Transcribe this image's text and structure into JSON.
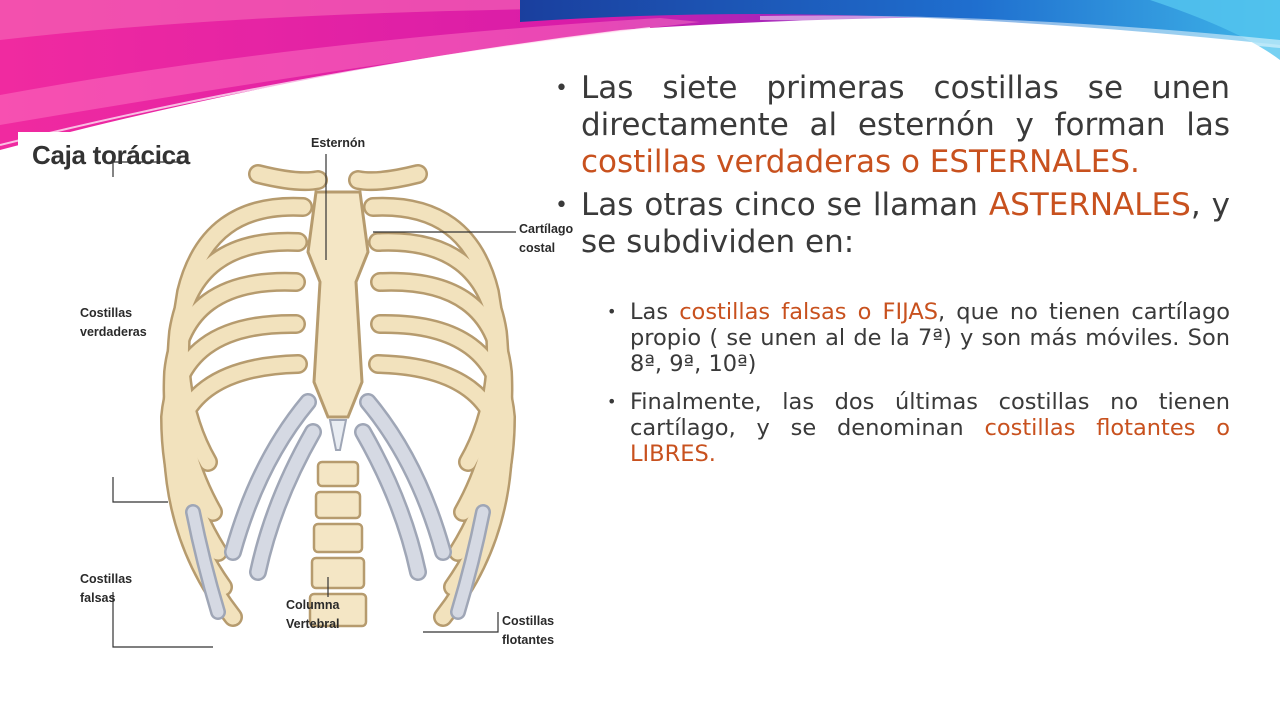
{
  "colors": {
    "highlight": "#c8511e",
    "body_text": "#3a3a3a",
    "banner_pink": "#e81f9a",
    "banner_blue": "#1a6fc2"
  },
  "figure": {
    "title": "Caja torácica",
    "labels": {
      "esternon": "Esternón",
      "cartilago_1": "Cartílago",
      "cartilago_2": "costal",
      "verdaderas_1": "Costillas",
      "verdaderas_2": "verdaderas",
      "falsas_1": "Costillas",
      "falsas_2": "falsas",
      "columna_1": "Columna",
      "columna_2": "Vertebral",
      "flotantes_1": "Costillas",
      "flotantes_2": "flotantes"
    }
  },
  "bullets": [
    {
      "p1": "Las siete primeras costillas se unen directamente al esternón y forman las ",
      "h1": "costillas verdaderas o ESTERNALES.",
      "p2": ""
    },
    {
      "p1": "Las otras cinco se llaman ",
      "h1": "ASTERNALES",
      "p2": ", y se subdividen en:"
    }
  ],
  "sub_bullets": [
    {
      "p1": "Las ",
      "h1": "costillas falsas o FIJAS",
      "p2": ", que no tienen cartílago propio ( se unen al de la 7ª) y son más móviles. Son 8ª, 9ª, 10ª)"
    },
    {
      "p1": "Finalmente, las dos últimas costillas no tienen cartílago, y se denominan ",
      "h1": "costillas flotantes o LIBRES.",
      "p2": ""
    }
  ]
}
